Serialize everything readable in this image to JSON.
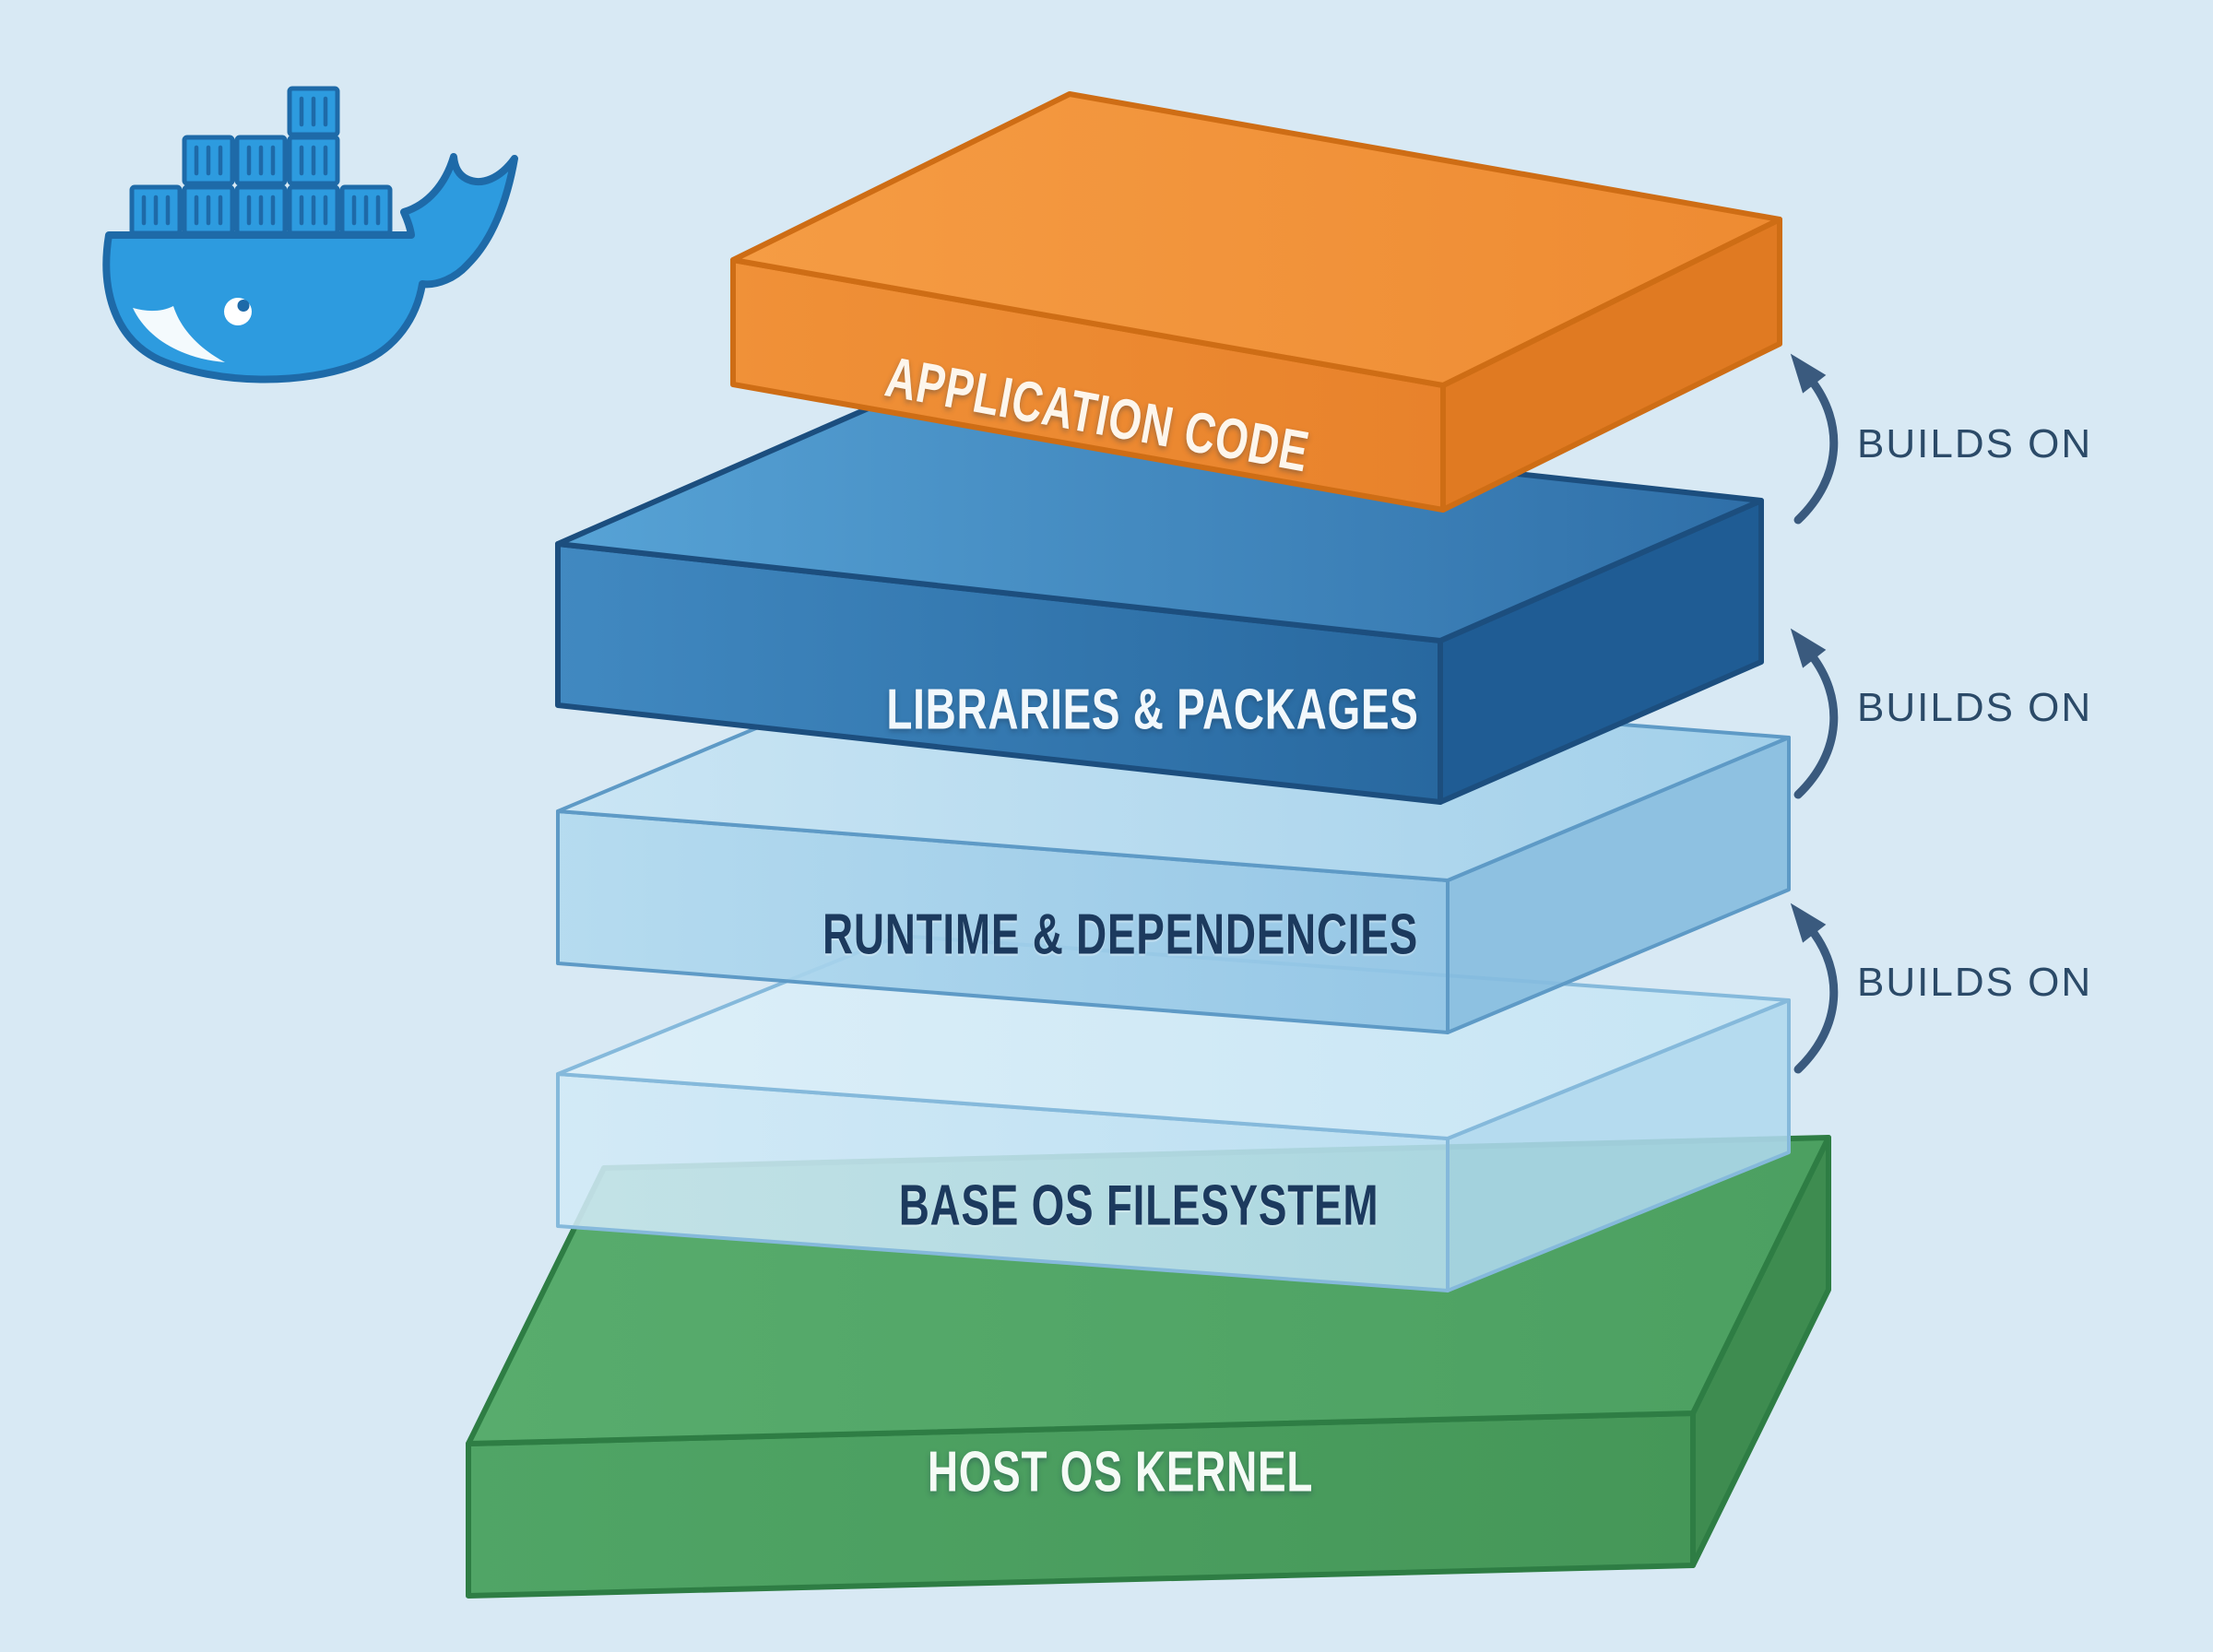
{
  "background_color": "#D8E9F4",
  "logo": {
    "name": "docker-whale-logo",
    "body_color": "#2D9BDF",
    "outline_color": "#1E6AA8",
    "eye_color": "#FFFFFF",
    "smile_color": "#F4FAFD"
  },
  "layers": [
    {
      "id": "application-code",
      "label": "APPLICATION CODE",
      "text_color": "#FDF6EC",
      "top_from": "#F59C44",
      "top_to": "#EE8B32",
      "front_from": "#F09138",
      "front_to": "#E8822B",
      "side": "#E07A22",
      "stroke": "#CE6D15",
      "opacity": 1
    },
    {
      "id": "libraries-packages",
      "label": "LIBRARIES & PACKAGES",
      "text_color": "#F2F8FC",
      "top_from": "#57A3D6",
      "top_to": "#2F6FA8",
      "front_from": "#4189C1",
      "front_to": "#28689F",
      "side": "#1F5C94",
      "stroke": "#1C4E7E",
      "opacity": 1
    },
    {
      "id": "runtime-dependencies",
      "label": "RUNTIME & DEPENDENCIES",
      "text_color": "#1C3A5E",
      "top_from": "#C9E5F4",
      "top_to": "#9CCDE9",
      "front_from": "#B2DAEF",
      "front_to": "#8FC3E4",
      "side": "#86BCDF",
      "stroke": "#5E9AC6",
      "opacity": 0.9
    },
    {
      "id": "base-os-filesystem",
      "label": "BASE OS FILESYSTEM",
      "text_color": "#1C3A5E",
      "top_from": "#DEF0F9",
      "top_to": "#C3E4F4",
      "front_from": "#D2EAF7",
      "front_to": "#B8DEF1",
      "side": "#AFD8EE",
      "stroke": "#85B9DB",
      "opacity": 0.88
    },
    {
      "id": "host-os-kernel",
      "label": "HOST OS KERNEL",
      "text_color": "#F5FBF6",
      "top_from": "#58AC6D",
      "top_to": "#4CA061",
      "front_from": "#50A566",
      "front_to": "#459758",
      "side": "#3E8C50",
      "stroke": "#2E7D44",
      "opacity": 1
    }
  ],
  "builds_on_labels": [
    {
      "text": "BUILDS ON"
    },
    {
      "text": "BUILDS ON"
    },
    {
      "text": "BUILDS ON"
    }
  ],
  "annotation_color": "#2B4A68",
  "arrow_color": "#3A5A7E"
}
